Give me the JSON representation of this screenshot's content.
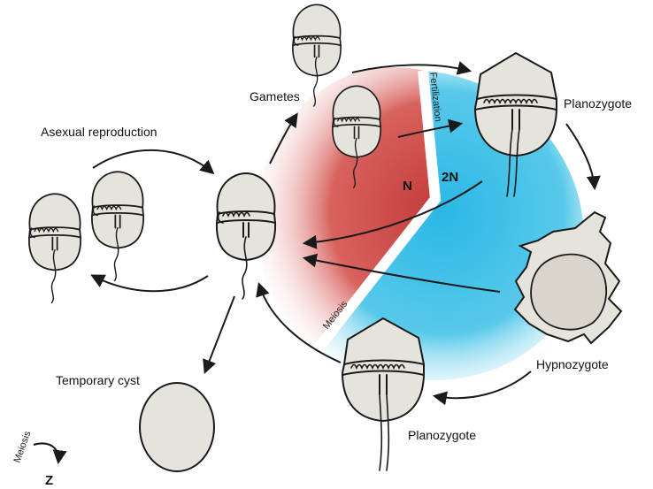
{
  "labels": {
    "asexual_reproduction": "Asexual reproduction",
    "gametes": "Gametes",
    "planozygote_top": "Planozygote",
    "planozygote_bottom": "Planozygote",
    "hypnozygote": "Hypnozygote",
    "temporary_cyst": "Temporary cyst",
    "fertilization": "Fertilization",
    "meiosis_band": "Meiosis",
    "ploidy_haploid": "N",
    "ploidy_diploid": "2N",
    "legend_meiosis": "Meiosis",
    "legend_z": "Z"
  },
  "colors": {
    "haploid_zone": "#cc4a48",
    "diploid_zone": "#4ec6e8",
    "cell_fill": "#e6e3dc",
    "outline": "#1a1a1a"
  }
}
